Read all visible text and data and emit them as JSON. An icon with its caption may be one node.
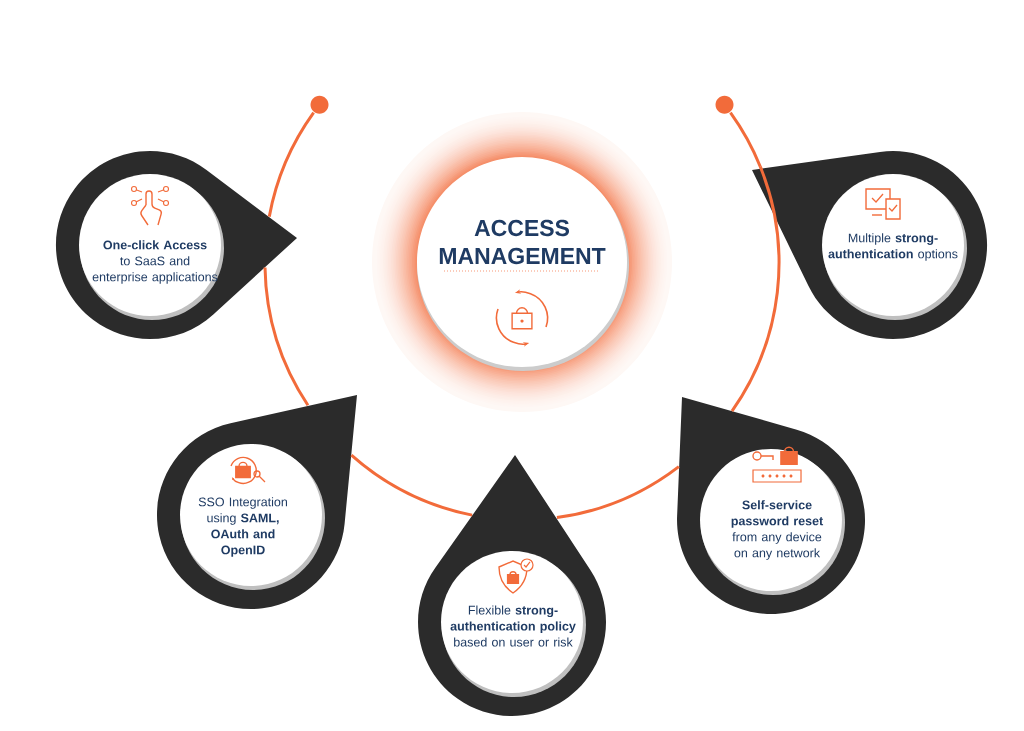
{
  "diagram": {
    "nodes": [
      {
        "text": [
          "**One-click Access** to SaaS and enterprise applications"
        ]
      },
      {
        "text": [
          "ACCESS MANAGEMENT"
        ]
      },
      {
        "text": [
          "Multiple **strong-authentication** options"
        ]
      },
      {
        "text": [
          "SSO Integration using **SAML, OAuth and OpenID**"
        ]
      },
      {
        "text": [
          "**Self-service password reset** from any device on any network"
        ]
      },
      {
        "text": [
          "Flexible **strong-authentication policy** based on user or risk"
        ]
      },
      {
        "text": [],
        "shape": "circle"
      },
      {
        "text": [],
        "shape": "circle"
      }
    ],
    "edges": [
      {
        "from": 6,
        "to": 0,
        "arrow": "none"
      },
      {
        "from": 0,
        "to": 3,
        "arrow": "none"
      },
      {
        "from": 3,
        "to": 5,
        "arrow": "none"
      },
      {
        "from": 5,
        "to": 4,
        "arrow": "none"
      },
      {
        "from": 4,
        "to": 2,
        "arrow": "none"
      },
      {
        "from": 2,
        "to": 7,
        "arrow": "none"
      }
    ]
  }
}
